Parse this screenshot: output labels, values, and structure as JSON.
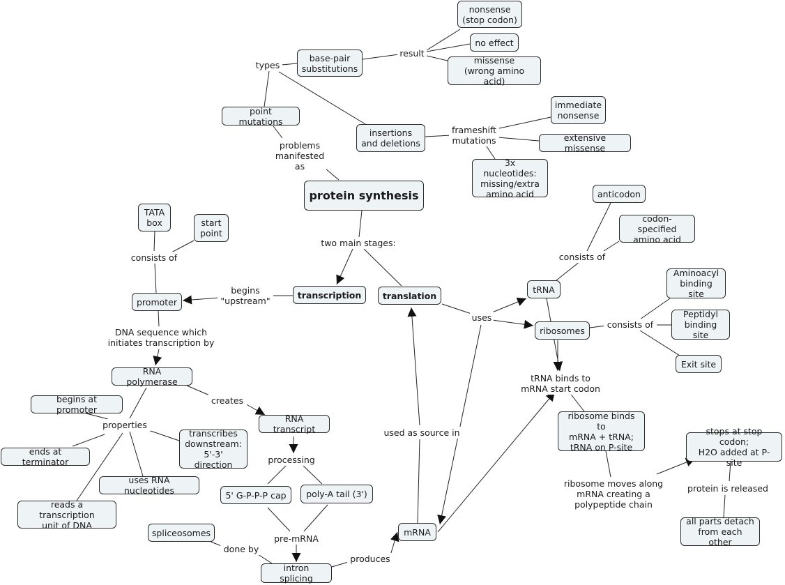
{
  "concepts": {
    "protein_synthesis": "protein synthesis",
    "point_mutations": "point mutations",
    "base_pair_substitutions": "base-pair\nsubstitutions",
    "nonsense": "nonsense\n(stop codon)",
    "no_effect": "no effect",
    "missense": "missense\n(wrong amino acid)",
    "insertions_deletions": "insertions\nand deletions",
    "immediate_nonsense": "immediate\nnonsense",
    "extensive_missense": "extensive missense",
    "three_nucleotides": "3x nucleotides:\nmissing/extra\namino acid",
    "tata_box": "TATA\nbox",
    "start_point": "start\npoint",
    "promoter": "promoter",
    "transcription": "transcription",
    "translation": "translation",
    "rna_polymerase": "RNA polymerase",
    "begins_at_promoter": "begins at promoter",
    "ends_at_terminator": "ends at terminator",
    "transcribes_downstream": "transcribes\ndownstream:\n5'-3' direction",
    "uses_rna_nucleotides": "uses RNA nucleotides",
    "reads_transcription_unit": "reads a transcription\nunit of DNA",
    "rna_transcript": "RNA transcript",
    "cap": "5' G-P-P-P cap",
    "poly_a_tail": "poly-A tail (3')",
    "spliceosomes": "spliceosomes",
    "intron_splicing": "intron splicing",
    "mrna": "mRNA",
    "trna": "tRNA",
    "anticodon": "anticodon",
    "codon_specified": "codon-specified\namino acid",
    "ribosomes": "ribosomes",
    "aminoacyl": "Aminoacyl\nbinding site",
    "peptidyl": "Peptidyl\nbinding site",
    "exit_site": "Exit site",
    "ribosome_binds": "ribosome binds to\nmRNA + tRNA;\ntRNA on P-site",
    "stops_at_stop_codon": "stops at stop codon;\nH2O added at P-site",
    "all_parts_detach": "all parts detach\nfrom each other"
  },
  "linking_phrases": {
    "types": "types",
    "result": "result",
    "frameshift_mutations": "frameshift\nmutations",
    "problems_manifested_as": "problems\nmanifested\nas",
    "two_main_stages": "two main stages:",
    "consists_of_promoter": "consists of",
    "begins_upstream": "begins\n\"upstream\"",
    "dna_sequence_initiates": "DNA sequence which\ninitiates transcription by",
    "creates": "creates",
    "properties": "properties",
    "processing": "processing",
    "pre_mrna": "pre-mRNA",
    "done_by": "done by",
    "produces": "produces",
    "used_as_source_in": "used as source in",
    "uses": "uses",
    "consists_of_trna": "consists of",
    "consists_of_ribosomes": "consists of",
    "trna_binds_start_codon": "tRNA binds to\nmRNA start codon",
    "ribosome_moves_along": "ribosome moves along\nmRNA creating a\npolypeptide chain",
    "protein_is_released": "protein is released"
  }
}
